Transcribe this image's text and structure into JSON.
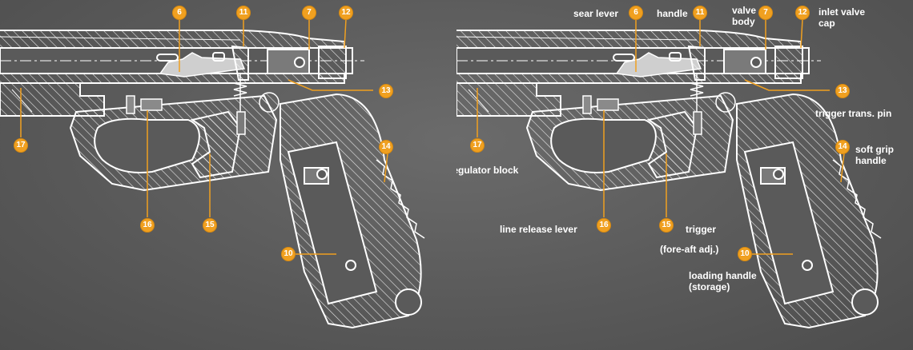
{
  "colors": {
    "background": "#5a5a5a",
    "line": "#ffffff",
    "callout": "#f0a020"
  },
  "callouts": {
    "n6": "6",
    "n7": "7",
    "n10": "10",
    "n11": "11",
    "n12": "12",
    "n13": "13",
    "n14": "14",
    "n15": "15",
    "n16": "16",
    "n17": "17"
  },
  "labels": {
    "sear_lever": "sear lever",
    "handle": "handle",
    "valve_body": "valve\nbody",
    "inlet_valve_cap": "inlet valve\ncap",
    "trigger_trans_pin": "trigger trans. pin",
    "soft_grip_handle": "soft grip\nhandle",
    "power_regulator_block": "power regulator block",
    "line_release_lever": "line release lever",
    "trigger": "trigger",
    "trigger_adj": "(fore-aft adj.)",
    "loading_handle": "loading handle\n(storage)"
  }
}
